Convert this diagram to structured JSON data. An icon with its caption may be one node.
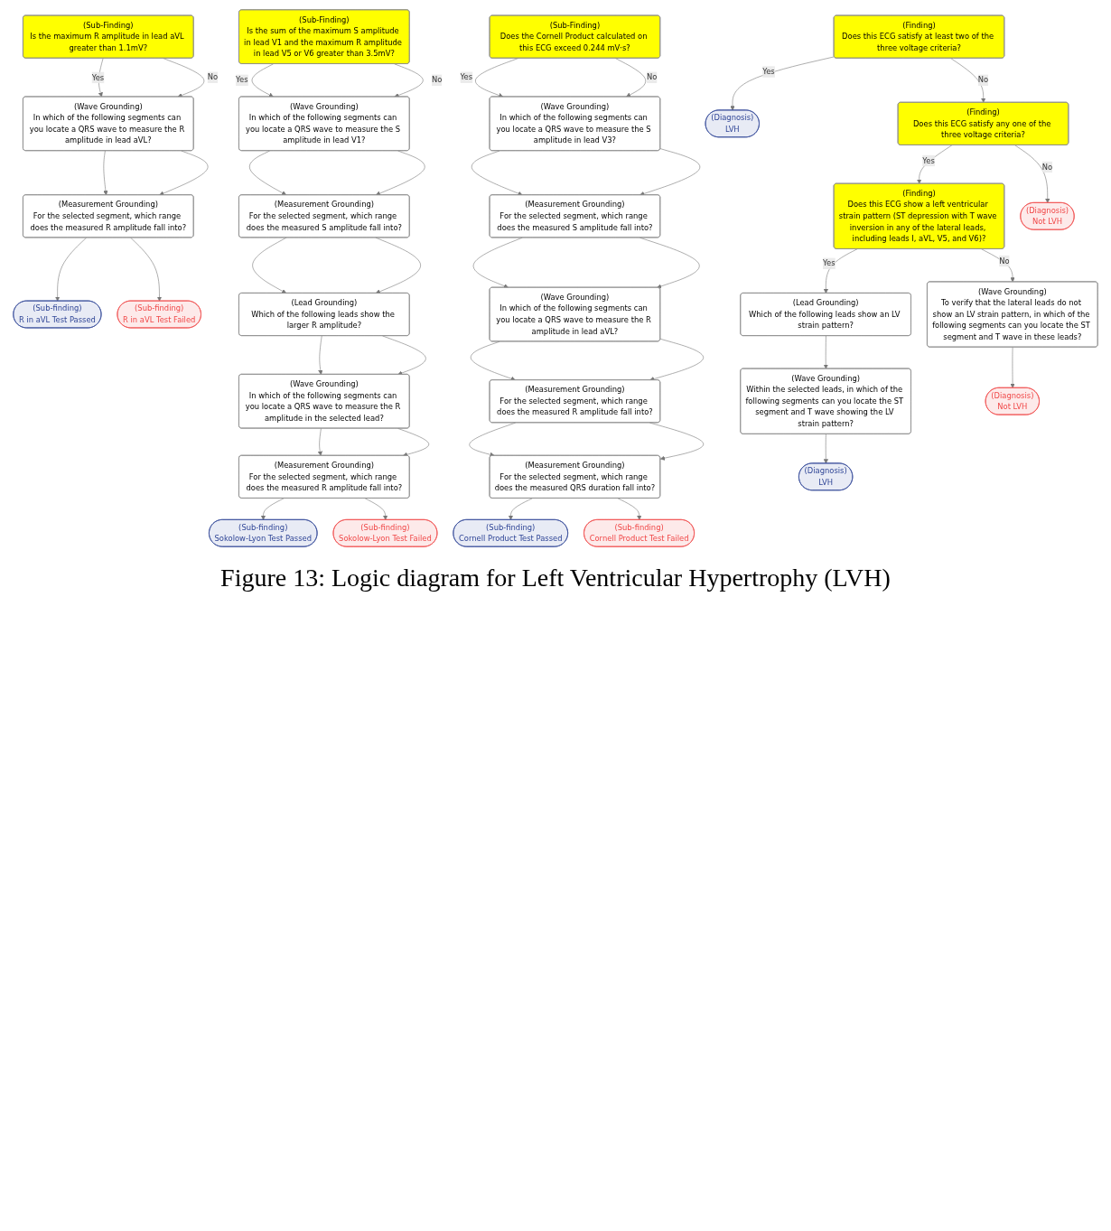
{
  "diagram": {
    "caption": "Figure 13: Logic diagram for Left Ventricular Hypertrophy (LVH)",
    "nodes": [
      {
        "text": [
          "(Sub-Finding)",
          "Is the maximum R amplitude in lead aVL greater than 1.1mV?"
        ]
      },
      {
        "text": [
          "(Wave Grounding)",
          "In which of the following segments can you locate a QRS wave to measure the R amplitude in lead aVL?"
        ]
      },
      {
        "text": [
          "(Measurement Grounding)",
          "For the selected segment, which range does the measured R amplitude fall into?"
        ]
      },
      {
        "text": [
          "(Sub-finding)",
          "R in aVL Test Passed"
        ]
      },
      {
        "text": [
          "(Sub-finding)",
          "R in aVL Test Failed"
        ]
      },
      {
        "text": [
          "(Sub-Finding)",
          "Is the sum of the maximum S amplitude in lead V1 and the maximum R amplitude in lead V5 or V6 greater than 3.5mV?"
        ]
      },
      {
        "text": [
          "(Wave Grounding)",
          "In which of the following segments can you locate a QRS wave to measure the S amplitude in lead V1?"
        ]
      },
      {
        "text": [
          "(Measurement Grounding)",
          "For the selected segment, which range does the measured S amplitude fall into?"
        ]
      },
      {
        "text": [
          "(Lead Grounding)",
          "Which of the following leads show the larger R amplitude?"
        ]
      },
      {
        "text": [
          "(Wave Grounding)",
          "In which of the following segments can you locate a QRS wave to measure the R amplitude in the selected lead?"
        ]
      },
      {
        "text": [
          "(Measurement Grounding)",
          "For the selected segment, which range does the measured R amplitude fall into?"
        ]
      },
      {
        "text": [
          "(Sub-finding)",
          "Sokolow-Lyon Test Passed"
        ]
      },
      {
        "text": [
          "(Sub-finding)",
          "Sokolow-Lyon Test Failed"
        ]
      },
      {
        "text": [
          "(Sub-Finding)",
          "Does the Cornell Product calculated on this ECG exceed 0.244 mV·s?"
        ]
      },
      {
        "text": [
          "(Wave Grounding)",
          "In which of the following segments can you locate a QRS wave to measure the S amplitude in lead V3?"
        ]
      },
      {
        "text": [
          "(Measurement Grounding)",
          "For the selected segment, which range does the measured S amplitude fall into?"
        ]
      },
      {
        "text": [
          "(Wave Grounding)",
          "In which of the following segments can you locate a QRS wave to measure the R amplitude in lead aVL?"
        ]
      },
      {
        "text": [
          "(Measurement Grounding)",
          "For the selected segment, which range does the measured R amplitude fall into?"
        ]
      },
      {
        "text": [
          "(Measurement Grounding)",
          "For the selected segment, which range does the measured QRS duration fall into?"
        ]
      },
      {
        "text": [
          "(Sub-finding)",
          "Cornell Product Test Passed"
        ]
      },
      {
        "text": [
          "(Sub-finding)",
          "Cornell Product Test Failed"
        ]
      },
      {
        "text": [
          "(Finding)",
          "Does this ECG satisfy at least two of the three voltage criteria?"
        ]
      },
      {
        "text": [
          "(Diagnosis)",
          "LVH"
        ]
      },
      {
        "text": [
          "(Finding)",
          "Does this ECG satisfy any one of the three voltage criteria?"
        ]
      },
      {
        "text": [
          "(Finding)",
          "Does this ECG show a left ventricular strain pattern (ST depression with T wave inversion in any of the lateral leads, including leads I, aVL, V5, and V6)?"
        ]
      },
      {
        "text": [
          "(Diagnosis)",
          "Not LVH"
        ]
      },
      {
        "text": [
          "(Lead Grounding)",
          "Which of the following leads show an LV strain pattern?"
        ]
      },
      {
        "text": [
          "(Wave Grounding)",
          "To verify that the lateral leads do not show an LV strain pattern, in which of the following segments can you locate the ST segment and T wave in these leads?"
        ]
      },
      {
        "text": [
          "(Wave Grounding)",
          "Within the selected leads, in which of the following segments can you locate the ST segment and T wave showing the LV strain pattern?"
        ]
      },
      {
        "text": [
          "(Diagnosis)",
          "Not LVH"
        ]
      },
      {
        "text": [
          "(Diagnosis)",
          "LVH"
        ]
      }
    ],
    "edges": [
      {
        "from": 0,
        "to": 1,
        "arrow": "to",
        "label": "Yes"
      },
      {
        "from": 0,
        "to": 1,
        "arrow": "to",
        "label": "No"
      },
      {
        "from": 1,
        "to": 2,
        "arrow": "to"
      },
      {
        "from": 1,
        "to": 2,
        "arrow": "to"
      },
      {
        "from": 2,
        "to": 3,
        "arrow": "to"
      },
      {
        "from": 2,
        "to": 4,
        "arrow": "to"
      },
      {
        "from": 5,
        "to": 6,
        "arrow": "to",
        "label": "Yes"
      },
      {
        "from": 5,
        "to": 6,
        "arrow": "to",
        "label": "No"
      },
      {
        "from": 6,
        "to": 7,
        "arrow": "to"
      },
      {
        "from": 6,
        "to": 7,
        "arrow": "to"
      },
      {
        "from": 7,
        "to": 8,
        "arrow": "to"
      },
      {
        "from": 7,
        "to": 8,
        "arrow": "to"
      },
      {
        "from": 8,
        "to": 9,
        "arrow": "to"
      },
      {
        "from": 8,
        "to": 9,
        "arrow": "to"
      },
      {
        "from": 9,
        "to": 10,
        "arrow": "to"
      },
      {
        "from": 9,
        "to": 10,
        "arrow": "to"
      },
      {
        "from": 10,
        "to": 11,
        "arrow": "to"
      },
      {
        "from": 10,
        "to": 12,
        "arrow": "to"
      },
      {
        "from": 13,
        "to": 14,
        "arrow": "to",
        "label": "Yes"
      },
      {
        "from": 13,
        "to": 14,
        "arrow": "to",
        "label": "No"
      },
      {
        "from": 14,
        "to": 15,
        "arrow": "to"
      },
      {
        "from": 14,
        "to": 15,
        "arrow": "to"
      },
      {
        "from": 15,
        "to": 16,
        "arrow": "to"
      },
      {
        "from": 15,
        "to": 16,
        "arrow": "to"
      },
      {
        "from": 16,
        "to": 17,
        "arrow": "to"
      },
      {
        "from": 16,
        "to": 17,
        "arrow": "to"
      },
      {
        "from": 17,
        "to": 18,
        "arrow": "to"
      },
      {
        "from": 17,
        "to": 18,
        "arrow": "to"
      },
      {
        "from": 18,
        "to": 19,
        "arrow": "to"
      },
      {
        "from": 18,
        "to": 20,
        "arrow": "to"
      },
      {
        "from": 21,
        "to": 22,
        "arrow": "to",
        "label": "Yes"
      },
      {
        "from": 21,
        "to": 23,
        "arrow": "to",
        "label": "No"
      },
      {
        "from": 23,
        "to": 24,
        "arrow": "to",
        "label": "Yes"
      },
      {
        "from": 23,
        "to": 25,
        "arrow": "to",
        "label": "No"
      },
      {
        "from": 24,
        "to": 26,
        "arrow": "to",
        "label": "Yes"
      },
      {
        "from": 24,
        "to": 27,
        "arrow": "to",
        "label": "No"
      },
      {
        "from": 26,
        "to": 28,
        "arrow": "to"
      },
      {
        "from": 27,
        "to": 29,
        "arrow": "to"
      },
      {
        "from": 28,
        "to": 30,
        "arrow": "to"
      }
    ]
  }
}
